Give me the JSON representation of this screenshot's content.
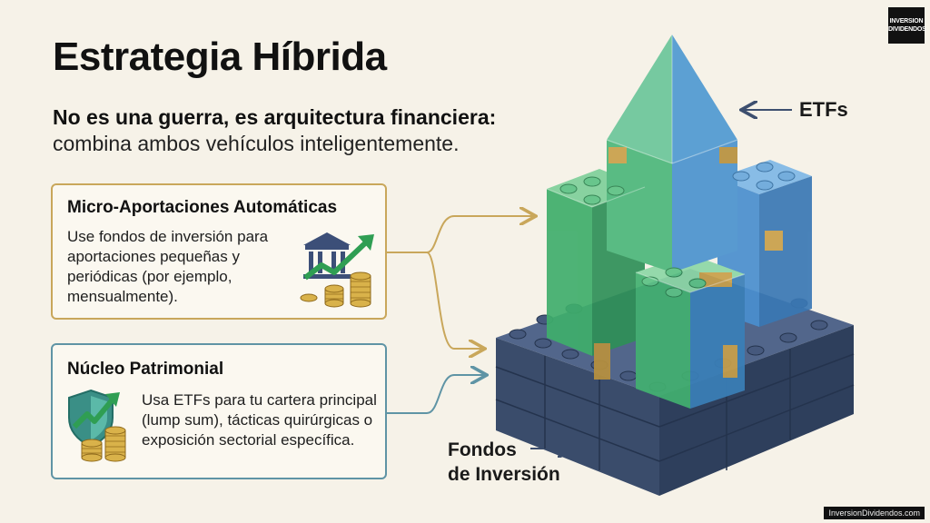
{
  "header": {
    "title": "Estrategia Híbrida",
    "subtitle_bold": "No es una guerra, es arquitectura financiera:",
    "subtitle": "combina ambos vehículos inteligentemente."
  },
  "cards": [
    {
      "title": "Micro-Aportaciones Automáticas",
      "text": "Use fondos de inversión para aportaciones pequeñas y periódicas (por ejemplo, mensualmente).",
      "icon": "bank-growth-coins-icon"
    },
    {
      "title": "Núcleo Patrimonial",
      "text": "Usa ETFs para tu cartera principal (lump sum), tácticas quirúrgicas o exposición sectorial específica.",
      "icon": "shield-growth-coins-icon"
    }
  ],
  "diagram": {
    "etfs_label": "ETFs",
    "fondos_label_line1": "Fondos",
    "fondos_label_line2": "de Inversión"
  },
  "brand": {
    "logo_line1": "INVERSION",
    "logo_line2": "DIVIDENDOS",
    "footer_url": "InversionDividendos.com"
  },
  "colors": {
    "background": "#f6f2e8",
    "gold_border": "#c9a75b",
    "teal_border": "#5f94a5",
    "navy_block": "#3d5273",
    "green_block": "#3fae6b",
    "blue_block": "#4a8fcf"
  }
}
